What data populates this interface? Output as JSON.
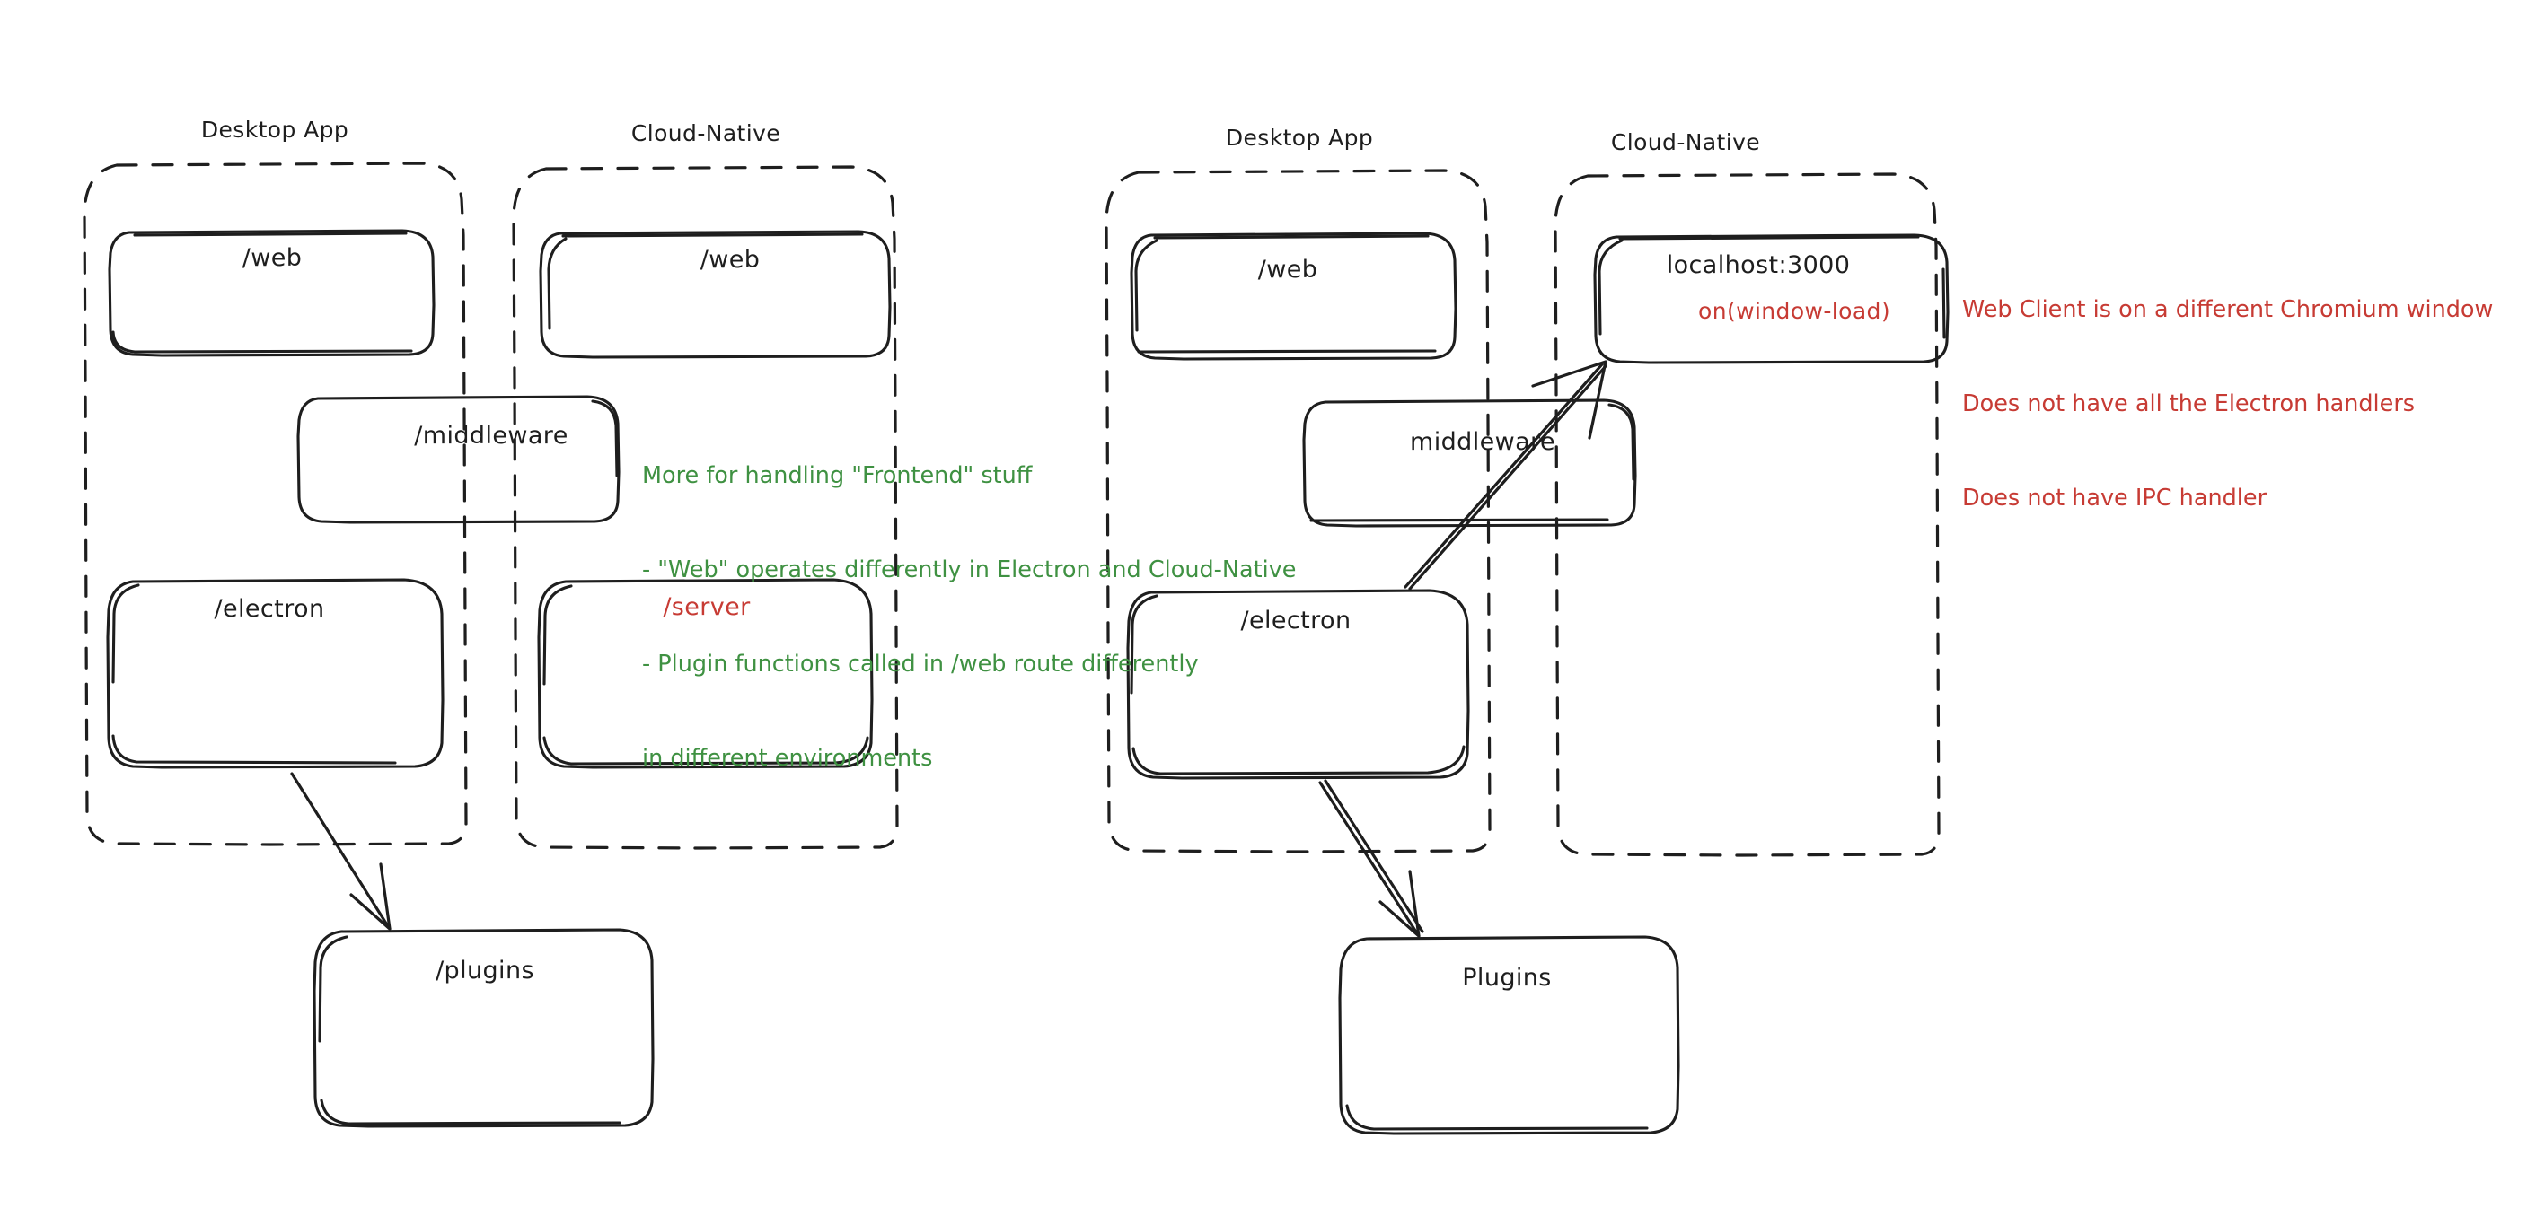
{
  "diagram": {
    "title": "Electron vs Cloud-Native architecture sketch",
    "style": "hand-drawn excalidraw",
    "colors": {
      "stroke": "#1e1e1e",
      "green": "#3f9142",
      "red": "#c73b34",
      "background": "#ffffff"
    }
  },
  "left_diagram": {
    "groups": [
      {
        "id": "left-desktop-app",
        "label": "Desktop App"
      },
      {
        "id": "left-cloud-native",
        "label": "Cloud-Native"
      }
    ],
    "boxes": [
      {
        "id": "left-desktop-web",
        "label": "/web"
      },
      {
        "id": "left-cloud-web",
        "label": "/web"
      },
      {
        "id": "left-middleware",
        "label": "/middleware"
      },
      {
        "id": "left-electron",
        "label": "/electron"
      },
      {
        "id": "left-server",
        "label": "/server",
        "color": "red"
      },
      {
        "id": "left-plugins",
        "label": "/plugins"
      }
    ],
    "arrows": [
      {
        "from": "left-electron",
        "to": "left-plugins"
      }
    ]
  },
  "right_diagram": {
    "groups": [
      {
        "id": "right-desktop-app",
        "label": "Desktop App"
      },
      {
        "id": "right-cloud-native",
        "label": "Cloud-Native"
      }
    ],
    "boxes": [
      {
        "id": "right-desktop-web",
        "label": "/web"
      },
      {
        "id": "right-localhost",
        "label": "localhost:3000",
        "sublabel": "on(window-load)",
        "sublabel_color": "red"
      },
      {
        "id": "right-middleware",
        "label": "middleware"
      },
      {
        "id": "right-electron",
        "label": "/electron"
      },
      {
        "id": "right-plugins",
        "label": "Plugins"
      }
    ],
    "arrows": [
      {
        "from": "right-electron",
        "to": "right-localhost"
      },
      {
        "from": "right-electron",
        "to": "right-plugins"
      }
    ]
  },
  "annotations": {
    "green_note": {
      "color": "#3f9142",
      "lines": [
        "More for handling \"Frontend\" stuff",
        "- \"Web\" operates differently in Electron and Cloud-Native",
        "- Plugin functions called in /web route differently",
        "in different environments"
      ]
    },
    "red_note": {
      "color": "#c73b34",
      "lines": [
        "Web Client is on a different Chromium window",
        "Does not have all the Electron handlers",
        "Does not have IPC handler"
      ]
    }
  }
}
